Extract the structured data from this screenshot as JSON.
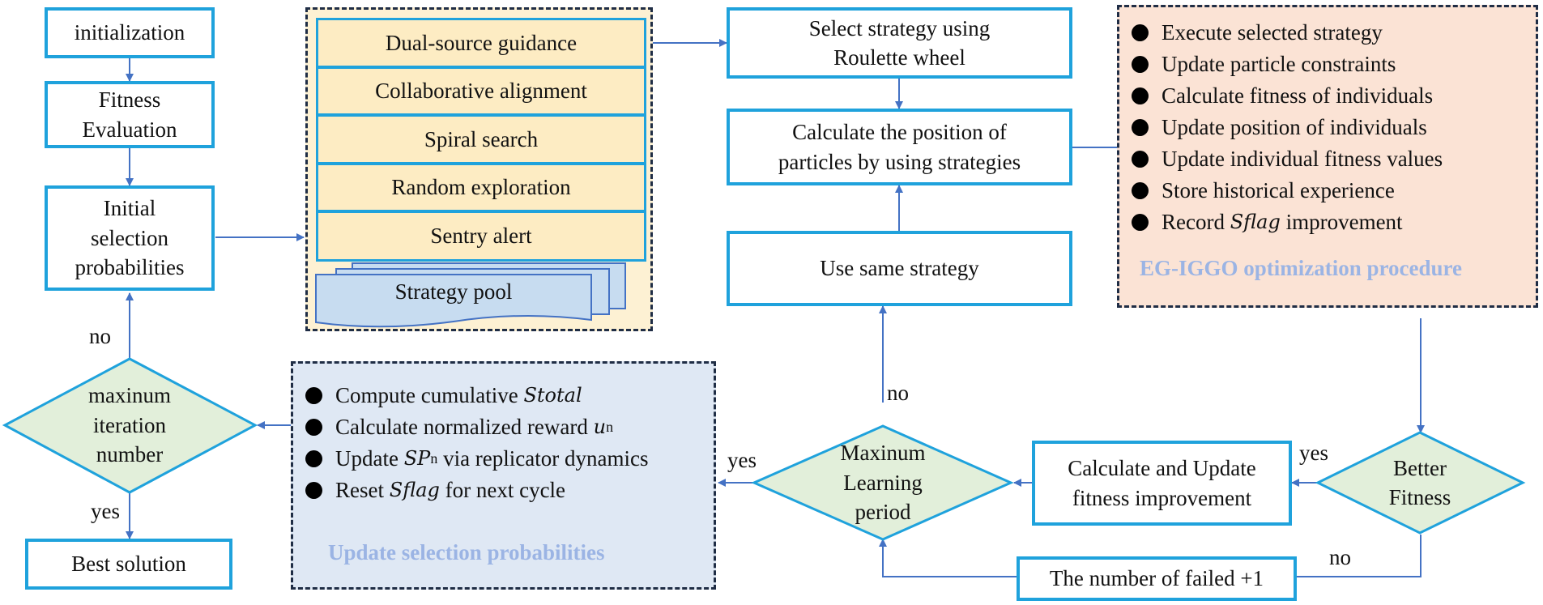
{
  "nodes": {
    "init": "initialization",
    "fitness": [
      "Fitness",
      "Evaluation"
    ],
    "initial_sel": [
      "Initial",
      "selection",
      "probabilities"
    ],
    "max_iter": [
      "maxinum",
      "iteration",
      "number"
    ],
    "best": "Best solution",
    "select_strategy": [
      "Select strategy using",
      "Roulette wheel"
    ],
    "calc_position": [
      "Calculate the position of",
      "particles by using strategies"
    ],
    "same_strategy": "Use same strategy",
    "max_learning": [
      "Maxinum",
      "Learning",
      "period"
    ],
    "calc_update": [
      "Calculate and Update",
      "fitness improvement"
    ],
    "better_fitness": [
      "Better",
      "Fitness"
    ],
    "failed": "The number of failed +1"
  },
  "strategy_pool": {
    "items": [
      "Dual-source guidance",
      "Collaborative alignment",
      "Spiral search",
      "Random exploration",
      "Sentry alert"
    ],
    "label": "Strategy pool"
  },
  "eg_panel": {
    "caption": "EG-IGGO optimization procedure",
    "items": [
      {
        "pre": "Execute selected strategy"
      },
      {
        "pre": "Update particle constraints"
      },
      {
        "pre": "Calculate fitness of individuals"
      },
      {
        "pre": "Update position of individuals"
      },
      {
        "pre": "Update individual fitness values"
      },
      {
        "pre": "Store historical experience"
      },
      {
        "pre": "Record ",
        "math": "Sflag",
        "post": " improvement"
      }
    ]
  },
  "update_panel": {
    "caption": "Update selection probabilities",
    "items": [
      {
        "pre": "Compute cumulative ",
        "math": "Stotal",
        "post": ""
      },
      {
        "pre": "Calculate normalized reward ",
        "math": "u",
        "sub": "n",
        "post": ""
      },
      {
        "pre": "Update ",
        "math": "SP",
        "sub": "n",
        "post": " via replicator dynamics"
      },
      {
        "pre": "Reset ",
        "math": "Sflag",
        "post": " for next cycle"
      }
    ]
  },
  "edge_labels": {
    "no_left": "no",
    "yes_left": "yes",
    "no_mid": "no",
    "yes_mid": "yes",
    "yes_right": "yes",
    "no_right": "no"
  },
  "colors": {
    "box_border": "#1fa2dc",
    "arrow": "#4472c4",
    "diamond_fill": "#e2efda",
    "pool_fill": "#fdecc3",
    "strategy_panel_fill": "#fdf1d3",
    "eg_panel_fill": "#fbe3d5",
    "update_panel_fill": "#dfe8f4",
    "caption_text": "#9bb4e4"
  }
}
